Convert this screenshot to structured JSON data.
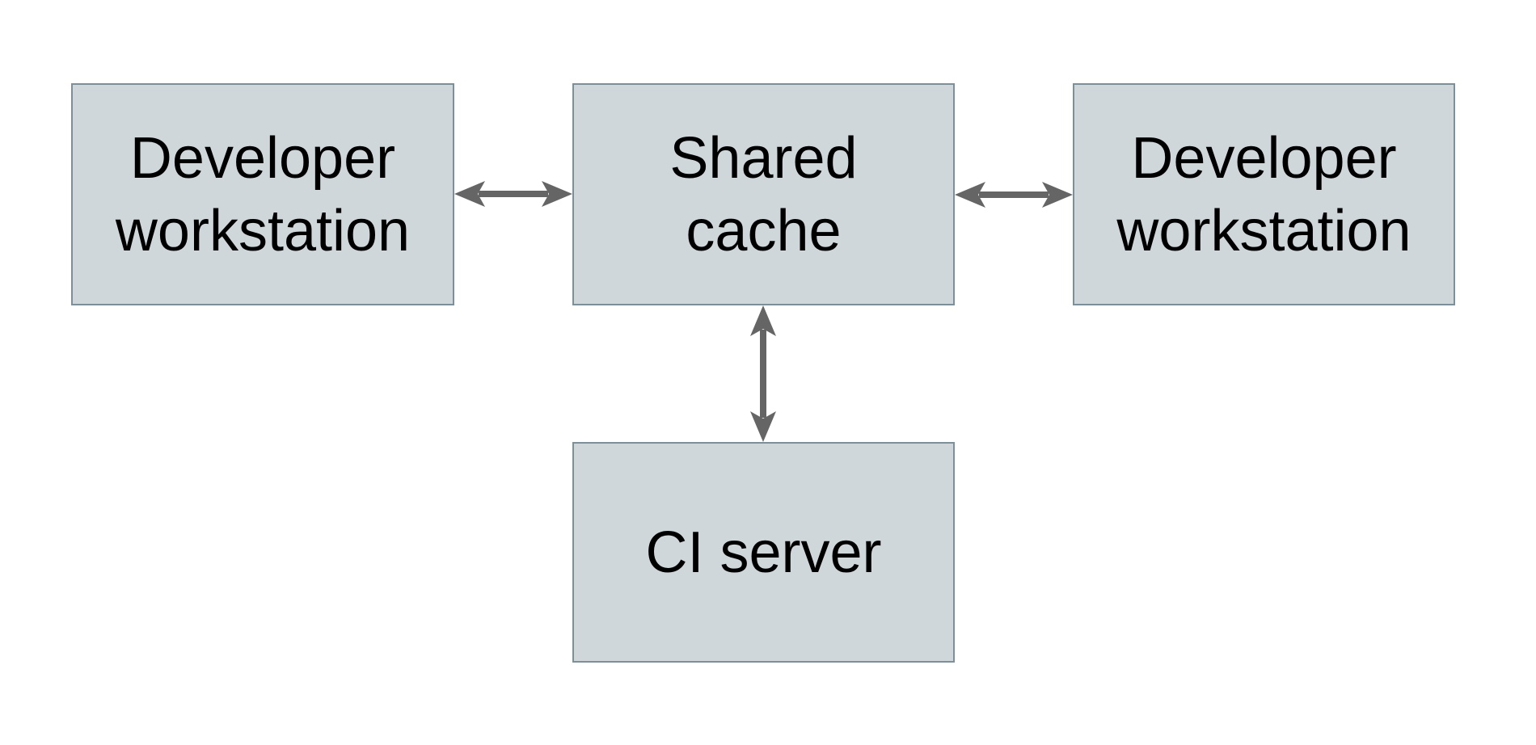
{
  "diagram": {
    "type": "block-diagram",
    "title": "",
    "nodes": {
      "dev_left": {
        "label": "Developer\nworkstation"
      },
      "shared_cache": {
        "label": "Shared\ncache"
      },
      "dev_right": {
        "label": "Developer\nworkstation"
      },
      "ci_server": {
        "label": "CI server"
      }
    },
    "edges": [
      {
        "from": "dev_left",
        "to": "shared_cache",
        "direction": "bidirectional",
        "orientation": "horizontal"
      },
      {
        "from": "shared_cache",
        "to": "dev_right",
        "direction": "bidirectional",
        "orientation": "horizontal"
      },
      {
        "from": "shared_cache",
        "to": "ci_server",
        "direction": "bidirectional",
        "orientation": "vertical"
      }
    ],
    "colors": {
      "background": "#ffffff",
      "node_fill": "#d0d7da",
      "node_border": "#7d909a",
      "arrow": "#656565",
      "text": "#000000"
    }
  }
}
